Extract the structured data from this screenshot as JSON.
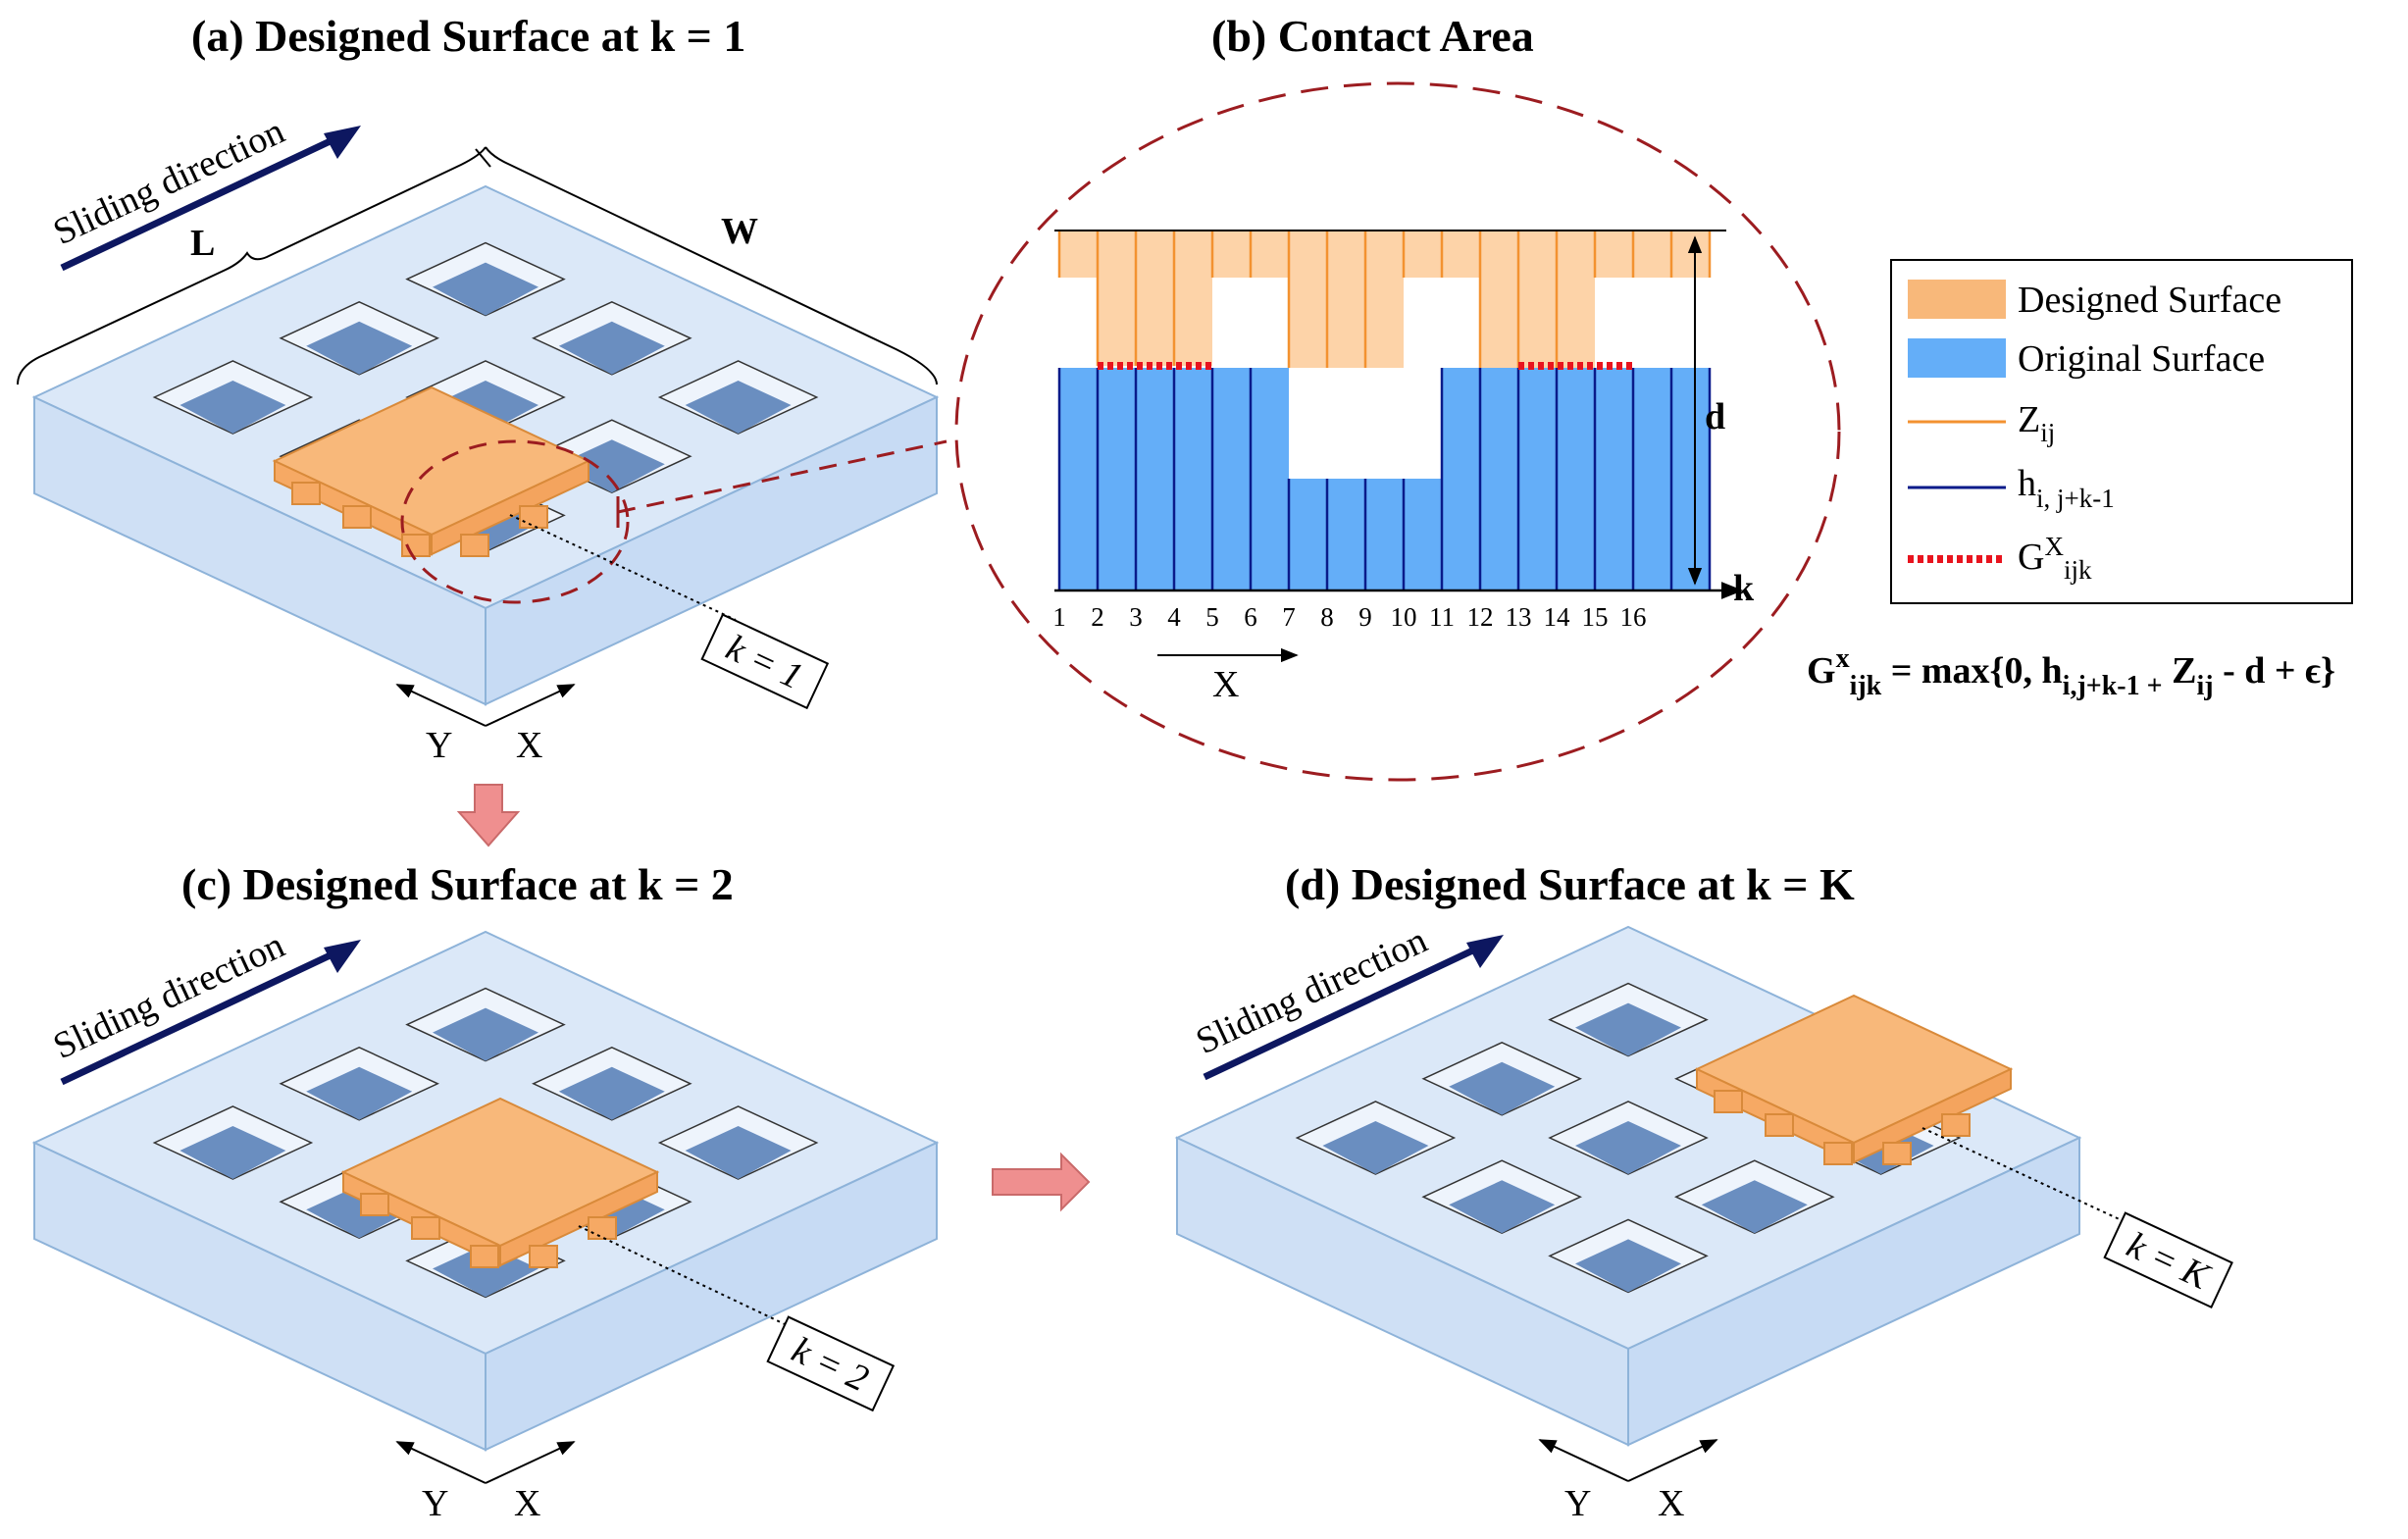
{
  "panels": {
    "a": {
      "title": "(a) Designed Surface at k = 1",
      "sliding": "Sliding direction",
      "L": "L",
      "W": "W",
      "k_tag": "k = 1",
      "axis_y": "Y",
      "axis_x": "X"
    },
    "b": {
      "title": "(b) Contact Area",
      "d": "d",
      "k": "k",
      "x_axis": "X",
      "ticks": [
        "1",
        "2",
        "3",
        "4",
        "5",
        "6",
        "7",
        "8",
        "9",
        "10",
        "11",
        "12",
        "13",
        "14",
        "15",
        "16"
      ]
    },
    "c": {
      "title": "(c) Designed Surface at k = 2",
      "sliding": "Sliding direction",
      "k_tag": "k = 2",
      "axis_y": "Y",
      "axis_x": "X"
    },
    "d": {
      "title": "(d) Designed Surface at k = K",
      "sliding": "Sliding direction",
      "k_tag": "k = K",
      "axis_y": "Y",
      "axis_x": "X"
    }
  },
  "legend": {
    "designed": "Designed Surface",
    "original": "Original Surface",
    "z_main": "Z",
    "z_sub": "ij",
    "h_main": "h",
    "h_sub": "i, j+k-1",
    "g_main": "G",
    "g_sup": "X",
    "g_sub": "ijk"
  },
  "formula": {
    "g": "G",
    "g_sup": "x",
    "g_sub": "ijk",
    "eq": " = max{0,  ",
    "h": "h",
    "h_sub": "i,j+k-1 +",
    "z": " Z",
    "z_sub": "ij",
    "tail": "  - d + ϵ}"
  },
  "colors": {
    "plate_top": "#dbe8f8",
    "plate_side": "#c7dbf4",
    "plate_edge": "#8eb3d9",
    "pocket": "#6a8ec0",
    "designed_top": "#f8b87a",
    "designed_side": "#f4a45e",
    "original": "#64aef8",
    "designed_light": "#fdd3a8",
    "z_line": "#f39230",
    "h_line": "#0a1b8a",
    "contact": "#e8141e",
    "circle": "#9c1c20",
    "arrow_nav": "#0d1760",
    "arrow_pink": "#ef8f8f"
  }
}
